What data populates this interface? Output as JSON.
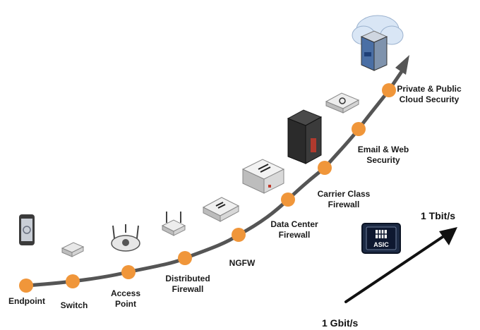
{
  "stages": [
    {
      "label": "Endpoint",
      "device_icon": "smartphone-icon"
    },
    {
      "label": "Switch",
      "device_icon": "switch-appliance-icon"
    },
    {
      "label": "Access\nPoint",
      "device_icon": "wireless-access-point-icon"
    },
    {
      "label": "Distributed\nFirewall",
      "device_icon": "small-firewall-appliance-icon"
    },
    {
      "label": "NGFW",
      "device_icon": "ngfw-appliance-icon"
    },
    {
      "label": "Data Center\nFirewall",
      "device_icon": "datacenter-firewall-appliance-icon"
    },
    {
      "label": "Carrier Class\nFirewall",
      "device_icon": "carrier-chassis-icon"
    },
    {
      "label": "Email & Web\nSecurity",
      "device_icon": "email-web-appliance-icon"
    },
    {
      "label": "Private & Public\nCloud Security",
      "device_icon": "cloud-security-icon"
    }
  ],
  "chip_label": "ASIC",
  "speed": {
    "low": "1 Gbit/s",
    "high": "1 Tbit/s"
  },
  "colors": {
    "node": "#f0963a",
    "curve": "#555555",
    "arrow": "#111111",
    "chip": "#1c2a44"
  }
}
